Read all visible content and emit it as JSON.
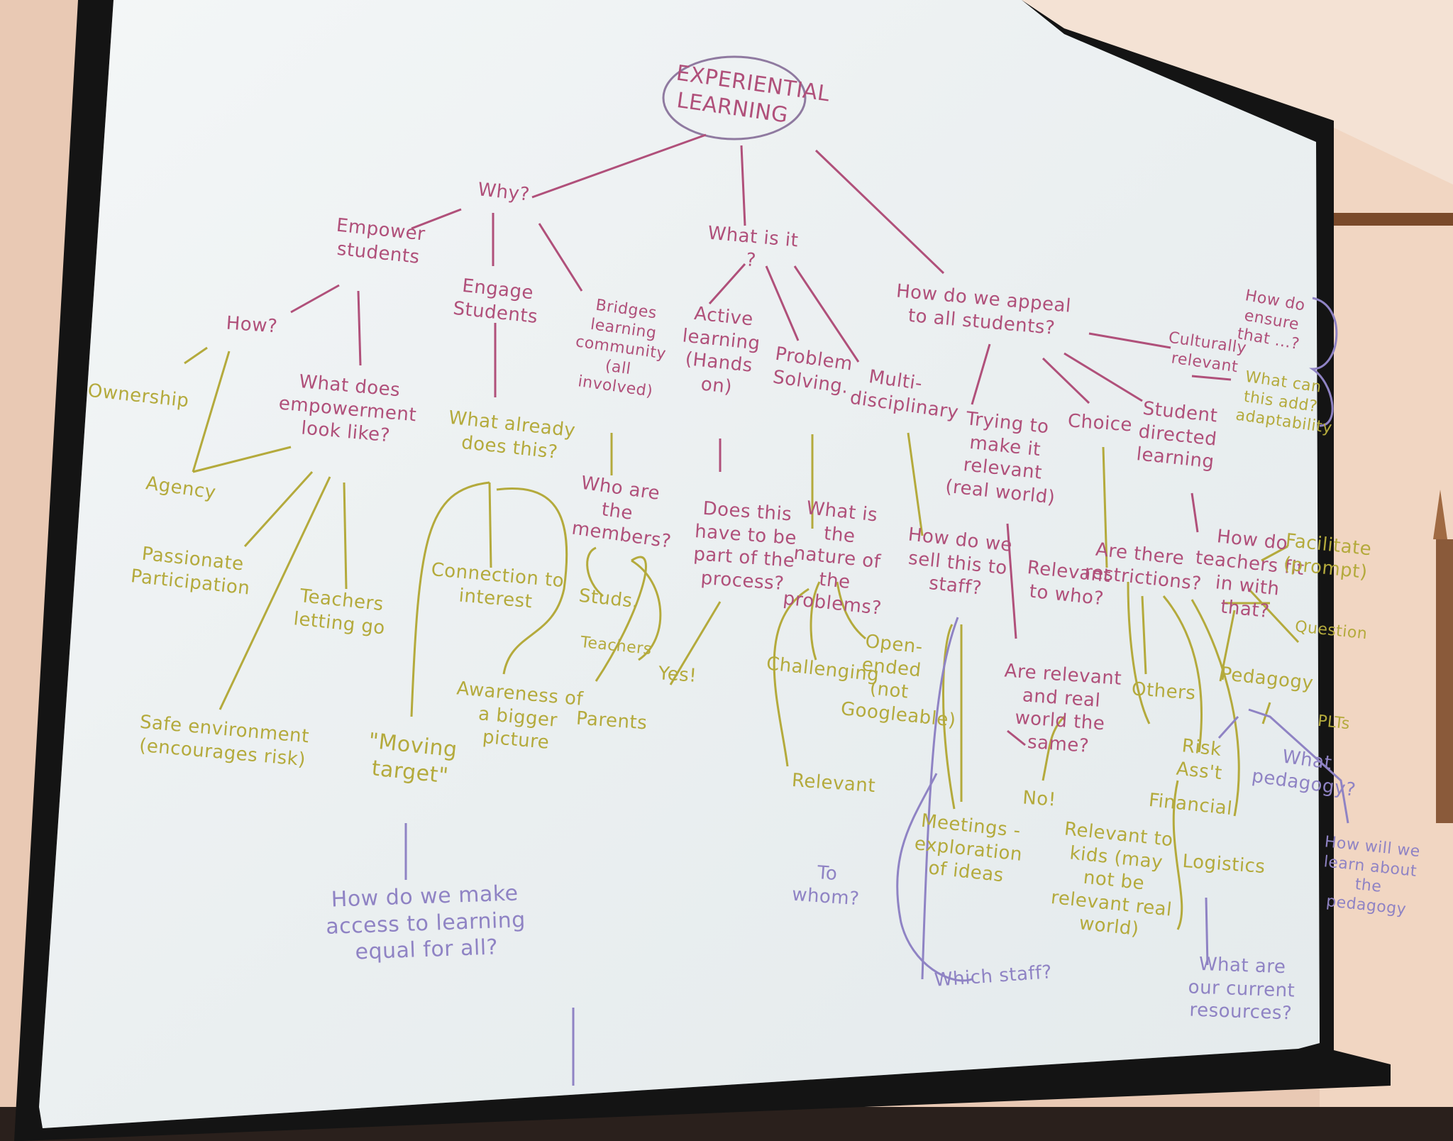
{
  "colors": {
    "wall": "#f3d9c6",
    "screen": "#eef2f4",
    "frame": "#1a1a1a",
    "ink_pink": "#b0507a",
    "ink_yellow": "#b4aa3c",
    "ink_purple": "#8f83c4"
  },
  "mindmap": {
    "root": "EXPERIENTIAL LEARNING",
    "why": "Why?",
    "what": "What is it ?",
    "appeal": "How do we appeal to all students?",
    "empower": "Empower students",
    "engage": "Engage Students",
    "community": "Bridges learning community (all involved)",
    "how": "How?",
    "ownership": "Ownership",
    "agency": "Agency",
    "empowerment_q": "What does empowerment look like?",
    "passionate": "Passionate Participation",
    "letting_go": "Teachers letting go",
    "safe_env": "Safe environment (encourages risk)",
    "already": "What already does this?",
    "connection": "Connection to interest",
    "bigger": "Awareness of a bigger picture",
    "moving": "\"Moving target\"",
    "equal_access": "How do we make access to learning equal for all?",
    "members": "Who are the members?",
    "studs": "Studs.",
    "teachers": "Teachers",
    "parents": "Parents",
    "active": "Active learning (Hands on)",
    "process_q": "Does this have to be part of the process?",
    "yes": "Yes!",
    "problem": "Problem Solving.",
    "nature_q": "What is the nature of the problems?",
    "challenging": "Challenging",
    "open_ended": "Open-ended (not Googleable)",
    "relevant": "Relevant",
    "to_whom": "To whom?",
    "multi": "Multi-disciplinary",
    "sell_q": "How do we sell this to staff?",
    "meetings": "Meetings - exploration of ideas",
    "which_staff": "Which staff?",
    "make_relevant": "Trying to make it relevant (real world)",
    "relevant_who": "Relevant to who?",
    "same_q": "Are relevant and real world the same?",
    "no": "No!",
    "relevant_kids": "Relevant to kids (may not be relevant real world)",
    "choice": "Choice",
    "restrictions": "Are there restrictions?",
    "others": "Others",
    "risk": "Risk Ass't",
    "financial": "Financial",
    "logistics": "Logistics",
    "resources_q": "What are our current resources?",
    "student_directed": "Student directed learning",
    "teachers_fit": "How do teachers fit in with that?",
    "facilitate": "Facilitate (prompt)",
    "question": "Question",
    "pedagogy": "Pedagogy",
    "what_pedagogy": "What pedagogy?",
    "ptt": "PLTs",
    "learn_about": "How will we learn about the pedagogy",
    "culturally": "Culturally relevant",
    "ensure": "How do ensure that ...?",
    "what_add": "What can this add? adaptability"
  }
}
